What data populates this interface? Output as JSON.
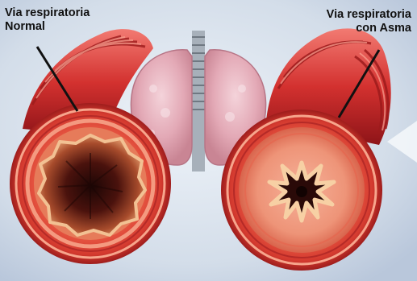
{
  "labels": {
    "normal": {
      "line1": "Via respiratoria",
      "line2": "Normal"
    },
    "asthma": {
      "line1": "Via respiratoria",
      "line2": "con  Asma"
    }
  },
  "colors": {
    "background_light": "#e8eef6",
    "background_dark": "#b9c7db",
    "airway_red": "#d8363a",
    "airway_dark": "#8e1418",
    "airway_ring": "#f08a6e",
    "lumen_dark": "#2a0a08",
    "lung_pink": "#e9b7c2",
    "trachea_gray": "#9aa3ad",
    "pointer_line": "#111111"
  },
  "icons": [
    "airway-normal-cross-section",
    "airway-asthma-cross-section",
    "lungs-illustration",
    "trachea"
  ]
}
